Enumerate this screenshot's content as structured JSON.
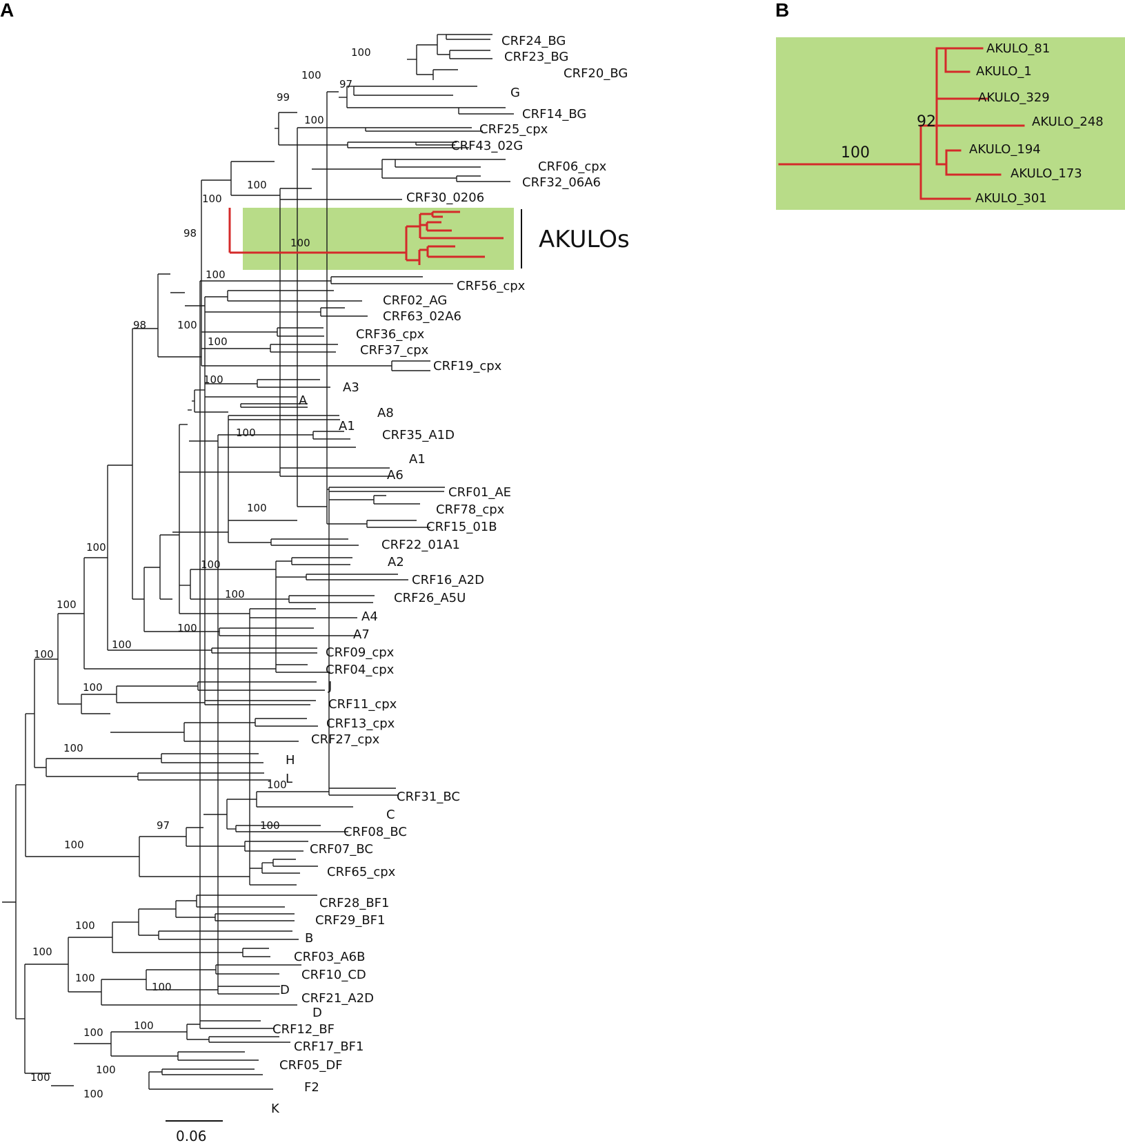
{
  "panels": {
    "a_label": "A",
    "b_label": "B",
    "clade_label": "AKULOs",
    "scale_label": "0.06"
  },
  "colors": {
    "branch": "#1a1a1a",
    "highlight_branch": "#d42a2a",
    "highlight_box": "#b8dc88"
  },
  "tree_a": {
    "leaves": [
      "CRF24_BG",
      "CRF23_BG",
      "CRF20_BG",
      "G",
      "CRF14_BG",
      "CRF25_cpx",
      "CRF43_02G",
      "CRF06_cpx",
      "CRF32_06A6",
      "CRF30_0206",
      "CRF56_cpx",
      "CRF02_AG",
      "CRF63_02A6",
      "CRF36_cpx",
      "CRF37_cpx",
      "CRF19_cpx",
      "A3",
      "A",
      "A8",
      "A1",
      "CRF35_A1D",
      "A1",
      "A6",
      "CRF01_AE",
      "CRF78_cpx",
      "CRF15_01B",
      "CRF22_01A1",
      "A2",
      "CRF16_A2D",
      "CRF26_A5U",
      "A4",
      "A7",
      "CRF09_cpx",
      "CRF04_cpx",
      "J",
      "CRF11_cpx",
      "CRF13_cpx",
      "CRF27_cpx",
      "H",
      "L",
      "CRF31_BC",
      "C",
      "CRF08_BC",
      "CRF07_BC",
      "CRF65_cpx",
      "CRF28_BF1",
      "CRF29_BF1",
      "B",
      "CRF03_A6B",
      "CRF10_CD",
      "D",
      "CRF21_A2D",
      "D",
      "CRF12_BF",
      "CRF17_BF1",
      "CRF05_DF",
      "F2",
      "K"
    ],
    "bootstrap": [
      "100",
      "100",
      "97",
      "99",
      "100",
      "100",
      "100",
      "100",
      "98",
      "100",
      "98",
      "100",
      "100",
      "100",
      "100",
      "100",
      "100",
      "100",
      "100",
      "100",
      "100",
      "100",
      "100",
      "100",
      "100",
      "100",
      "97",
      "100",
      "100",
      "100",
      "100",
      "100",
      "100",
      "100",
      "100",
      "100",
      "100",
      "100"
    ]
  },
  "tree_b": {
    "leaves": [
      "AKULO_81",
      "AKULO_1",
      "AKULO_329",
      "AKULO_248",
      "AKULO_194",
      "AKULO_173",
      "AKULO_301"
    ],
    "bootstrap": [
      "100",
      "92"
    ]
  }
}
